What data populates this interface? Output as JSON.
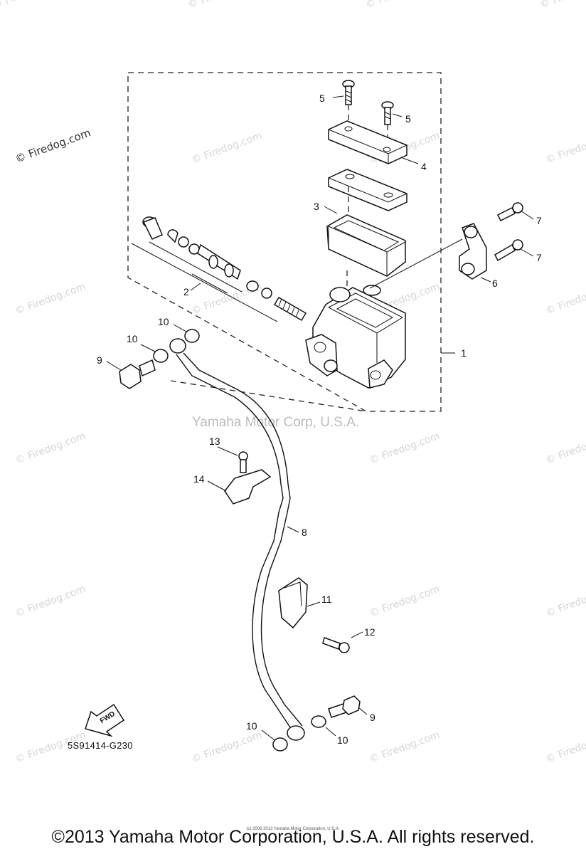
{
  "watermarks": {
    "firedog": "© Firedog.com",
    "corp": "Yamaha Motor Corp, U.S.A."
  },
  "diagram": {
    "code": "5S91414-G230",
    "fwd": "FWD",
    "callouts": {
      "c1": "1",
      "c2": "2",
      "c3": "3",
      "c4": "4",
      "c5a": "5",
      "c5b": "5",
      "c6": "6",
      "c7a": "7",
      "c7b": "7",
      "c8": "8",
      "c9a": "9",
      "c9b": "9",
      "c10a": "10",
      "c10b": "10",
      "c10c": "10",
      "c10d": "10",
      "c11": "11",
      "c12": "12",
      "c13": "13",
      "c14": "14"
    }
  },
  "footer": {
    "copyright": "©2013 Yamaha Motor Corporation, U.S.A. All rights reserved.",
    "tiny": "(c) 2006 2013 Yamaha Motor Corporation, U.S.A."
  }
}
